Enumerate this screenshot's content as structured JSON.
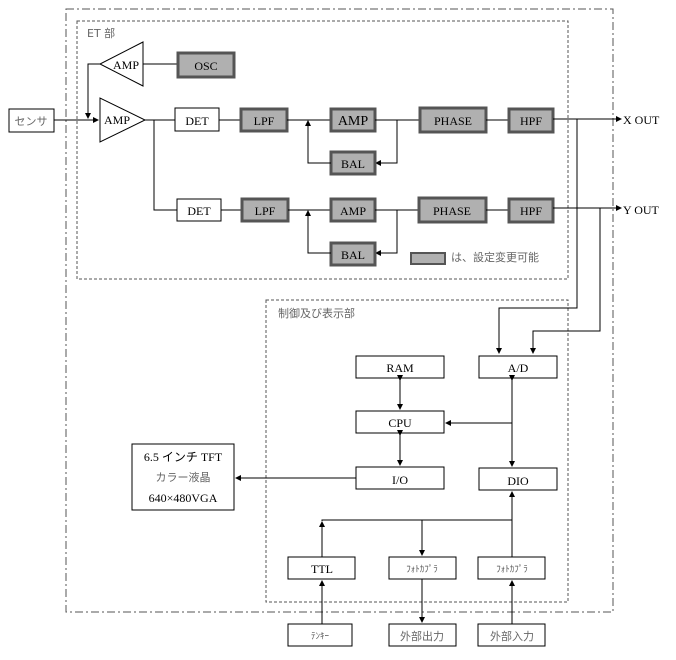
{
  "sections": {
    "et": "ET 部",
    "control": "制御及び表示部"
  },
  "sensor": "センサ",
  "et_blocks": {
    "amp_top": "AMP",
    "osc": "OSC",
    "amp_main": "AMP",
    "x_det": "DET",
    "x_lpf": "LPF",
    "x_amp": "AMP",
    "x_bal": "BAL",
    "x_phase": "PHASE",
    "x_hpf": "HPF",
    "y_det": "DET",
    "y_lpf": "LPF",
    "y_amp": "AMP",
    "y_bal": "BAL",
    "y_phase": "PHASE",
    "y_hpf": "HPF"
  },
  "outputs": {
    "x": "X OUT",
    "y": "Y OUT"
  },
  "legend": "は、設定変更可能",
  "control_blocks": {
    "ram": "RAM",
    "ad": "A/D",
    "cpu": "CPU",
    "io": "I/O",
    "dio": "DIO",
    "ttl": "TTL",
    "photocoupler_out": "ﾌｫﾄｶﾌﾟﾗ",
    "photocoupler_in": "ﾌｫﾄｶﾌﾟﾗ"
  },
  "display": {
    "line1": "6.5 インチ TFT",
    "line2": "カラー液晶",
    "line3": "640×480VGA"
  },
  "external": {
    "tenkey": "ﾃﾝｷｰ",
    "ext_out": "外部出力",
    "ext_in": "外部入力"
  }
}
